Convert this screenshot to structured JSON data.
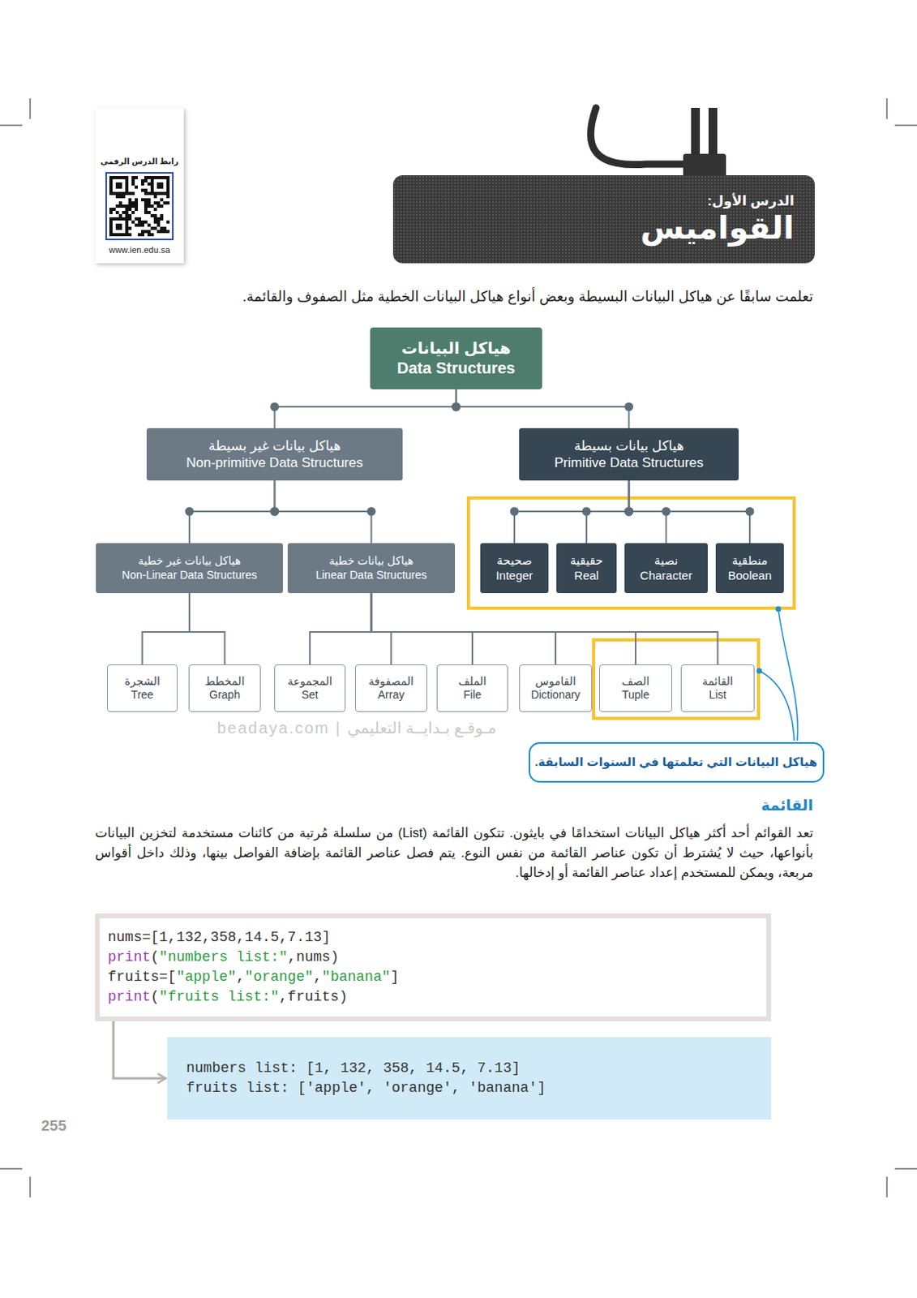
{
  "diagram": {
    "nodes": [
      {
        "text": [
          "الدرس الأول:",
          "القواميس"
        ]
      },
      {
        "text": [
          "رابط الدرس الرقمي",
          "www.ien.edu.sa"
        ]
      },
      {
        "text": [
          "هياكل البيانات",
          "Data Structures"
        ]
      },
      {
        "text": [
          "هياكل بيانات بسيطة",
          "Primitive Data Structures"
        ]
      },
      {
        "text": [
          "هياكل بيانات غير بسيطة",
          "Non-primitive Data Structures"
        ]
      },
      {
        "text": [
          "منطقية",
          "Boolean"
        ]
      },
      {
        "text": [
          "نصية",
          "Character"
        ]
      },
      {
        "text": [
          "حقيقية",
          "Real"
        ]
      },
      {
        "text": [
          "صحيحة",
          "Integer"
        ]
      },
      {
        "text": [
          "هياكل بيانات خطية",
          "Linear Data Structures"
        ]
      },
      {
        "text": [
          "هياكل بيانات غير خطية",
          "Non-Linear Data Structures"
        ]
      },
      {
        "text": [
          "القائمة",
          "List"
        ]
      },
      {
        "text": [
          "الصف",
          "Tuple"
        ]
      },
      {
        "text": [
          "القاموس",
          "Dictionary"
        ]
      },
      {
        "text": [
          "الملف",
          "File"
        ]
      },
      {
        "text": [
          "المصفوفة",
          "Array"
        ]
      },
      {
        "text": [
          "المجموعة",
          "Set"
        ]
      },
      {
        "text": [
          "المخطط",
          "Graph"
        ]
      },
      {
        "text": [
          "الشجرة",
          "Tree"
        ]
      },
      {
        "text": [
          "هياكل البيانات التي تعلمتها في السنوات السابقة."
        ]
      },
      {
        "text": [
          "nums=[1,132,358,14.5,7.13]",
          "print(\"numbers list:\",nums)",
          "fruits=[\"apple\",\"orange\",\"banana\"]",
          "print(\"fruits list:\",fruits)"
        ]
      },
      {
        "text": [
          "numbers list: [1, 132, 358, 14.5, 7.13]",
          "fruits list: ['apple', 'orange', 'banana']"
        ]
      }
    ],
    "edges": [
      {
        "from": 2,
        "to": 3,
        "arrow": "none"
      },
      {
        "from": 2,
        "to": 4,
        "arrow": "none"
      },
      {
        "from": 3,
        "to": 5,
        "arrow": "none"
      },
      {
        "from": 3,
        "to": 6,
        "arrow": "none"
      },
      {
        "from": 3,
        "to": 7,
        "arrow": "none"
      },
      {
        "from": 3,
        "to": 8,
        "arrow": "none"
      },
      {
        "from": 4,
        "to": 9,
        "arrow": "none"
      },
      {
        "from": 4,
        "to": 10,
        "arrow": "none"
      },
      {
        "from": 9,
        "to": 11,
        "arrow": "none"
      },
      {
        "from": 9,
        "to": 12,
        "arrow": "none"
      },
      {
        "from": 9,
        "to": 13,
        "arrow": "none"
      },
      {
        "from": 9,
        "to": 14,
        "arrow": "none"
      },
      {
        "from": 9,
        "to": 15,
        "arrow": "none"
      },
      {
        "from": 9,
        "to": 16,
        "arrow": "none"
      },
      {
        "from": 10,
        "to": 17,
        "arrow": "none"
      },
      {
        "from": 10,
        "to": 18,
        "arrow": "none"
      },
      {
        "from": 20,
        "to": 21,
        "arrow": "to"
      }
    ],
    "labels": [
      "تعلمت سابقًا عن هياكل البيانات البسيطة وبعض أنواع هياكل البيانات الخطية مثل الصفوف والقائمة.",
      "القائمة",
      "تعد القوائم أحد أكثر هياكل البيانات استخدامًا في بايثون. تتكون القائمة (List) من سلسلة مُرتبة من كائنات مستخدمة لتخزين البيانات بأنواعها، حيث لا يُشترط أن تكون عناصر القائمة من نفس النوع. يتم فصل عناصر القائمة بإضافة الفواصل بينها، وذلك داخل أقواس مربعة، ويمكن للمستخدم إعداد عناصر القائمة أو إدخالها.",
      "beadaya.com | مـوقـع بـدايــة التعليمي",
      "255"
    ]
  }
}
